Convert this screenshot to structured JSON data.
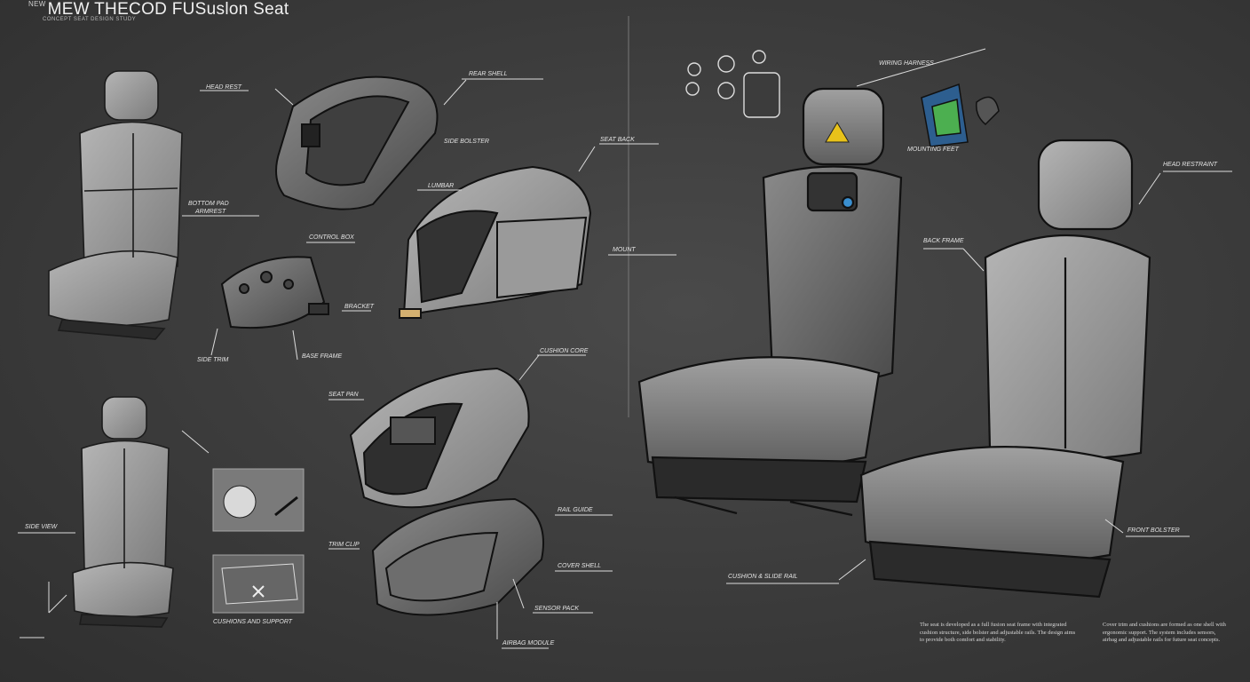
{
  "header": {
    "prefix": "NEW",
    "title": "MEW THECOD FUSuslon Seat",
    "subtitle": "CONCEPT SEAT DESIGN STUDY"
  },
  "labels": {
    "l1": "HEAD REST",
    "l2": "REAR SHELL",
    "l3": "SIDE BOLSTER",
    "l4": "SEAT BACK",
    "l5": "BOTTOM PAD",
    "l6": "ARMREST",
    "l7": "LUMBAR",
    "l8": "CONTROL BOX",
    "l9": "MOUNT",
    "l10": "BRACKET",
    "l11": "SIDE TRIM",
    "l12": "BASE FRAME",
    "l13": "CUSHION CORE",
    "l14": "SEAT PAN",
    "l15": "RAIL GUIDE",
    "l16": "TRIM CLIP",
    "l17": "COVER SHELL",
    "l18": "SENSOR PACK",
    "l19": "AIRBAG MODULE",
    "l20": "WIRING HARNESS",
    "l21": "HEAD RESTRAINT",
    "l22": "BACK FRAME",
    "l23": "CUSHION & SLIDE RAIL",
    "l24": "FRONT BOLSTER",
    "l25": "MOUNTING FEET",
    "l26": "CUSHIONS AND SUPPORT",
    "l27": "SIDE VIEW"
  },
  "notes": {
    "left": "The seat is developed as a full fusion seat frame with integrated cushion structure, side bolster and adjustable rails. The design aims to provide both comfort and stability.",
    "right": "Cover trim and cushions are formed as one shell with ergonomic support. The system includes sensors, airbag and adjustable rails for future seat concepts."
  },
  "colors": {
    "background": "#3b3b3b",
    "line": "#1a1a1a",
    "fill_light": "#9c9c9c",
    "fill_dark": "#5c5c5c",
    "warning": "#e8c21a",
    "accent_blue": "#3a8fd0",
    "accent_green": "#4caf50"
  }
}
